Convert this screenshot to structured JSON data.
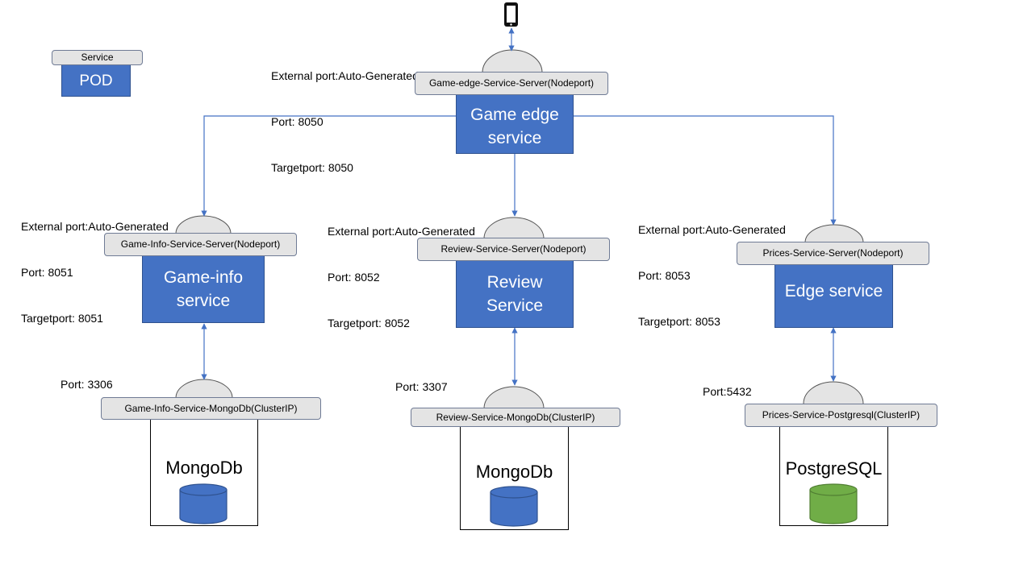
{
  "legend": {
    "service": "Service",
    "pod": "POD"
  },
  "client": {
    "icon": "smartphone-icon"
  },
  "edge": {
    "ports": [
      "External port:Auto-Generated",
      "Port: 8050",
      "Targetport: 8050"
    ],
    "service": "Game-edge-Service-Server(Nodeport)",
    "pod": "Game edge\nservice"
  },
  "columns": [
    {
      "ports": [
        "External port:Auto-Generated",
        "Port: 8051",
        "Targetport: 8051"
      ],
      "service": "Game-Info-Service-Server(Nodeport)",
      "pod": "Game-info\nservice",
      "db_port": "Port: 3306",
      "db_service": "Game-Info-Service-MongoDb(ClusterIP)",
      "db_name": "MongoDb",
      "db_color": "#4472c4"
    },
    {
      "ports": [
        "External port:Auto-Generated",
        "Port: 8052",
        "Targetport: 8052"
      ],
      "service": "Review-Service-Server(Nodeport)",
      "pod": "Review\nService",
      "db_port": "Port: 3307",
      "db_service": "Review-Service-MongoDb(ClusterIP)",
      "db_name": "MongoDb",
      "db_color": "#4472c4"
    },
    {
      "ports": [
        "External port:Auto-Generated",
        "Port: 8053",
        "Targetport: 8053"
      ],
      "service": "Prices-Service-Server(Nodeport)",
      "pod": "Edge service",
      "db_port": "Port:5432",
      "db_service": "Prices-Service-Postgresql(ClusterIP)",
      "db_name": "PostgreSQL",
      "db_color": "#70ad47"
    }
  ],
  "colors": {
    "pod": "#4472c4",
    "service": "#e4e4e4",
    "connector": "#4472c4",
    "postgres": "#70ad47"
  }
}
